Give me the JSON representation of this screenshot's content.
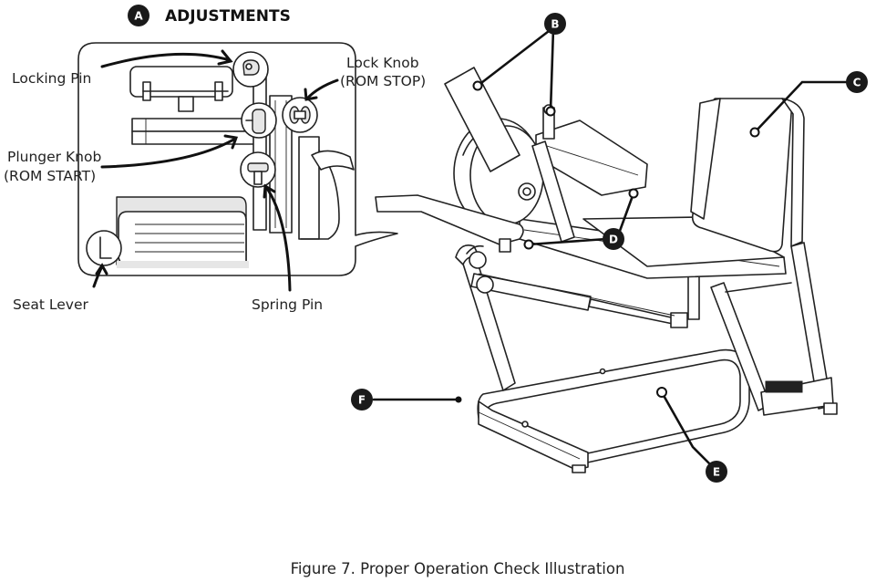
{
  "header": {
    "badge": "A",
    "title": "ADJUSTMENTS"
  },
  "labels": {
    "locking_pin": "Locking Pin",
    "plunger_knob_line1": "Plunger Knob",
    "plunger_knob_line2": "(ROM START)",
    "lock_knob_line1": "Lock Knob",
    "lock_knob_line2": "(ROM STOP)",
    "seat_lever": "Seat Lever",
    "spring_pin": "Spring Pin"
  },
  "callouts": {
    "b": "B",
    "c": "C",
    "d": "D",
    "e": "E",
    "f": "F"
  },
  "caption": "Figure 7. Proper Operation Check Illustration",
  "colors": {
    "ink": "#1a1a1a",
    "badge_fill": "#1a1a1a",
    "panel_gray": "#e6e6e6"
  }
}
